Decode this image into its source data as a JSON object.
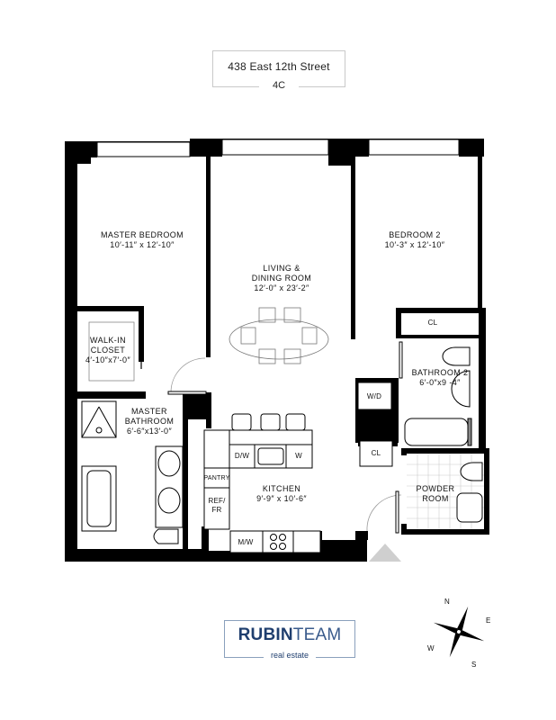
{
  "header": {
    "address": "438 East 12th Street",
    "unit": "4C"
  },
  "rooms": {
    "master_bedroom": {
      "name": "MASTER BEDROOM",
      "dims": "10′-11″ x 12′-10″"
    },
    "living_dining": {
      "name_line1": "LIVING &",
      "name_line2": "DINING ROOM",
      "dims": "12′-0″ x 23′-2″"
    },
    "bedroom2": {
      "name": "BEDROOM 2",
      "dims": "10′-3″ x 12′-10″"
    },
    "walk_in_closet": {
      "name_line1": "WALK-IN",
      "name_line2": "CLOSET",
      "dims": "4′-10″x7′-0″"
    },
    "master_bathroom": {
      "name_line1": "MASTER",
      "name_line2": "BATHROOM",
      "dims": "6′-6″x13′-0″"
    },
    "kitchen": {
      "name": "KITCHEN",
      "dims": "9′-9″ x 10′-6″"
    },
    "bathroom2": {
      "name": "BATHROOM 2",
      "dims": "6′-0″x9 -4″"
    },
    "powder_room": {
      "name_line1": "POWDER",
      "name_line2": "ROOM"
    }
  },
  "fixtures": {
    "closet_bedroom2": "CL",
    "closet_hall": "CL",
    "washer_dryer": "W/D",
    "dishwasher": "D/W",
    "wine": "W",
    "pantry": "PANTRY",
    "fridge_line1": "REF/",
    "fridge_line2": "FR",
    "microwave": "M/W"
  },
  "compass": {
    "n": "N",
    "e": "E",
    "s": "S",
    "w": "W"
  },
  "logo": {
    "bold": "RUBIN",
    "light": "TEAM",
    "tagline": "real estate"
  },
  "colors": {
    "wall": "#000000",
    "brand": "#1f3e6e",
    "entry_marker": "#cfcfcf",
    "logo_border": "#8aa0bc"
  }
}
